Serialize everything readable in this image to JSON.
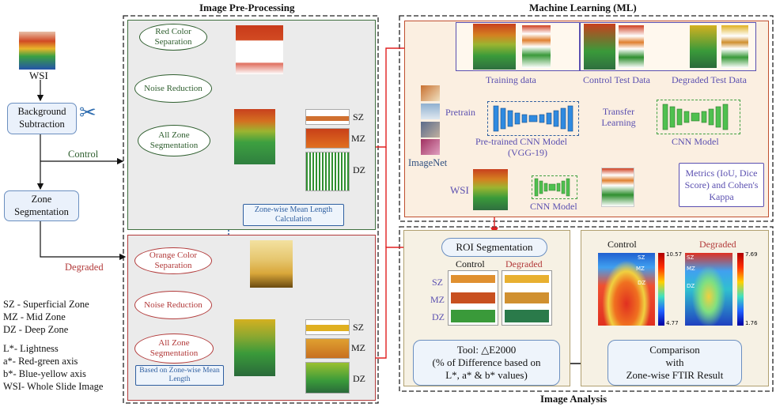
{
  "left": {
    "wsi_label": "WSI",
    "background_subtraction": "Background Subtraction",
    "zone_segmentation": "Zone Segmentation",
    "control_label": "Control",
    "degraded_label": "Degraded",
    "legend": [
      "SZ - Superficial Zone",
      "MZ - Mid Zone",
      "DZ - Deep Zone",
      "L*- Lightness",
      "a*- Red-green axis",
      "b*- Blue-yellow axis",
      "WSI- Whole Slide Image"
    ]
  },
  "preprocessing": {
    "title": "Image Pre-Processing",
    "control_steps": [
      "Red Color Separation",
      "Noise Reduction",
      "All Zone Segmentation"
    ],
    "degraded_steps": [
      "Orange Color Separation",
      "Noise Reduction",
      "All Zone Segmentation"
    ],
    "zone_labels": [
      "SZ",
      "MZ",
      "DZ"
    ],
    "zonewise_mean_length_calc": "Zone-wise Mean Length Calculation",
    "based_on_zonewise": "Based on Zone-wise Mean Length"
  },
  "ml": {
    "title": "Machine Learning (ML)",
    "training_data": "Training data",
    "control_test_data": "Control Test Data",
    "degraded_test_data": "Degraded Test Data",
    "imagenet": "ImageNet",
    "pretrain": "Pretrain",
    "pretrained_model": "Pre-trained CNN Model",
    "vgg": "(VGG-19)",
    "transfer_learning": "Transfer Learning",
    "cnn_model": "CNN Model",
    "wsi": "WSI",
    "cnn_model_2": "CNN Model",
    "metrics": "Metrics (IoU, Dice Score) and Cohen's Kappa"
  },
  "analysis": {
    "title": "Image Analysis",
    "roi_segmentation": "ROI Segmentation",
    "control": "Control",
    "degraded": "Degraded",
    "zone_labels": [
      "SZ",
      "MZ",
      "DZ"
    ],
    "tool_line1": "Tool: △E2000",
    "tool_line2": "(% of Difference based on",
    "tool_line3": "L*, a* & b* values)",
    "comparison_line1": "Comparison",
    "comparison_line2": "with",
    "comparison_line3": "Zone-wise FTIR Result",
    "heatmap_control_title": "Control",
    "heatmap_degraded_title": "Degraded",
    "heatmap_control_max": "10.57",
    "heatmap_control_min": "4.77",
    "heatmap_degraded_max": "7.69",
    "heatmap_degraded_min": "1.76",
    "heatmap_zone_labels": [
      "SZ",
      "MZ",
      "DZ"
    ]
  },
  "colors": {
    "green": "#2e5e2e",
    "red": "#b23a3a",
    "blue": "#2f6db0",
    "purple": "#7b3f9a",
    "ml_bg": "#fbefe1",
    "analysis_bg": "#f6f1e4",
    "pre_bg": "#ebebeb"
  }
}
